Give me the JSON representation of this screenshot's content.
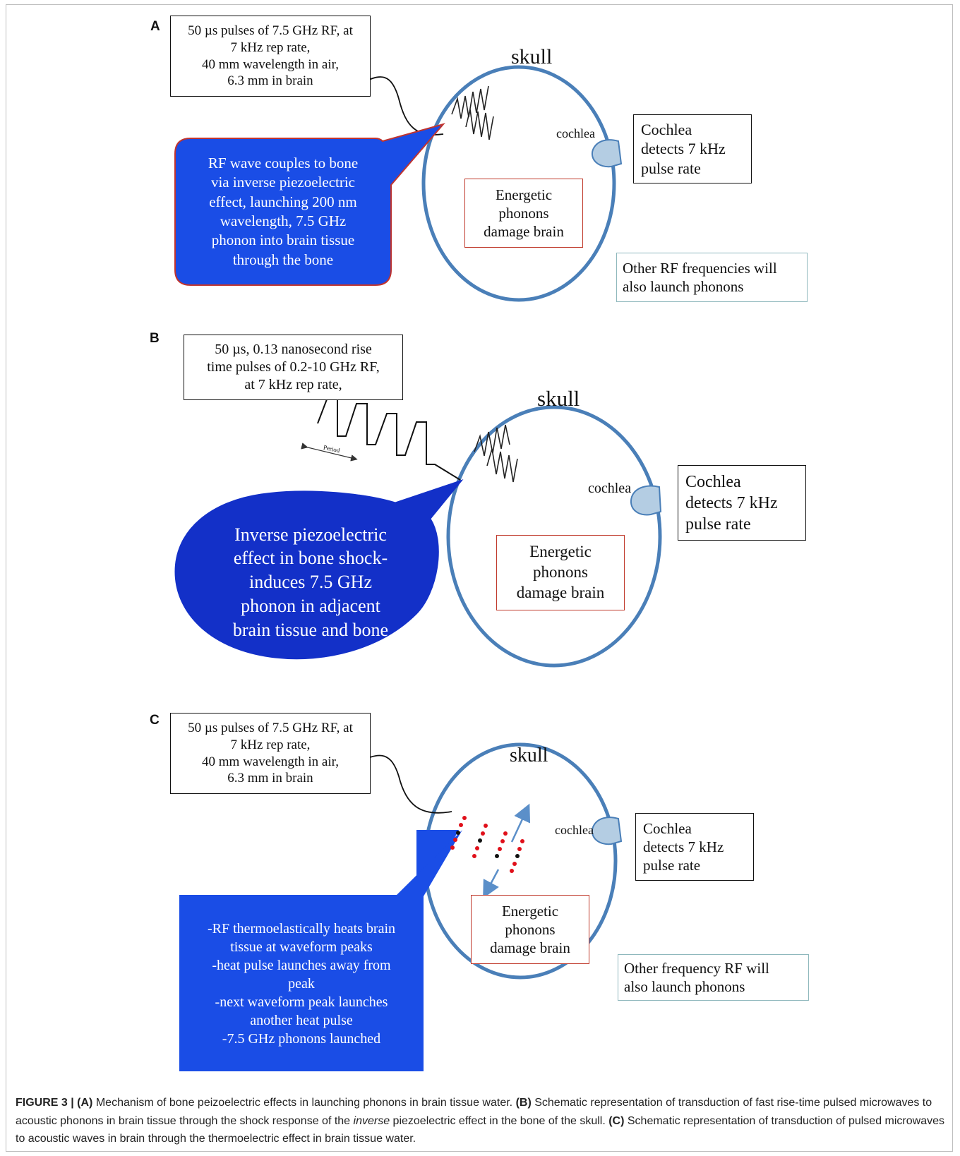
{
  "panels": {
    "a": {
      "letter": "A",
      "pulse_box": "50 µs pulses of 7.5 GHz RF, at\n7 kHz rep rate,\n40 mm wavelength in air,\n6.3 mm in brain",
      "skull": "skull",
      "cochlea": "cochlea",
      "cochlea_box": "Cochlea\ndetects 7 kHz\npulse rate",
      "phonons_box": "Energetic\nphonons\ndamage brain",
      "bubble": "RF wave couples to bone\nvia inverse piezoelectric\neffect, launching 200 nm\nwavelength, 7.5 GHz\nphonon into brain tissue\nthrough the bone",
      "other_box": "Other RF frequencies will\nalso launch phonons"
    },
    "b": {
      "letter": "B",
      "pulse_box": "50 µs, 0.13 nanosecond rise\ntime pulses of 0.2-10 GHz RF,\nat 7 kHz rep rate,",
      "period_label": "Period",
      "skull": "skull",
      "cochlea": "cochlea",
      "cochlea_box": "Cochlea\ndetects 7 kHz\npulse rate",
      "phonons_box": "Energetic\nphonons\ndamage brain",
      "bubble": "Inverse piezoelectric\neffect in bone shock-\ninduces 7.5 GHz\nphonon in adjacent\nbrain tissue and bone"
    },
    "c": {
      "letter": "C",
      "pulse_box": "50 µs pulses of 7.5 GHz RF, at\n7 kHz rep rate,\n40 mm wavelength in air,\n6.3 mm in brain",
      "skull": "skull",
      "cochlea": "cochlea",
      "cochlea_box": "Cochlea\ndetects 7 kHz\npulse rate",
      "phonons_box": "Energetic\nphonons\ndamage brain",
      "bubble": "-RF thermoelastically heats brain\ntissue at waveform peaks\n-heat pulse launches away from\npeak\n-next waveform peak launches\nanother heat pulse\n-7.5 GHz phonons launched",
      "other_box": "Other frequency RF will\nalso launch phonons"
    }
  },
  "caption": {
    "figure_label": "FIGURE 3 |",
    "a_label": "(A)",
    "a_text": " Mechanism of bone peizoelectric effects in launching phonons in brain tissue water. ",
    "b_label": "(B)",
    "b_text_1": " Schematic representation of transduction of fast rise-time pulsed microwaves to acoustic phonons in brain tissue through the shock response of the ",
    "b_italic": "inverse",
    "b_text_2": " piezoelectric effect in the bone of the skull. ",
    "c_label": "(C)",
    "c_text": " Schematic representation of transduction of pulsed microwaves to acoustic waves in brain through the thermoelectric effect in brain tissue water."
  },
  "colors": {
    "skull_stroke": "#4a7fb8",
    "bubble_blue": "#1a4de6",
    "bubble_blue_dark": "#1330c8",
    "cochlea_fill": "#b4cde3",
    "dot_red": "#e0101a",
    "dot_black": "#111111",
    "arrow_blue": "#5b8fc9"
  }
}
